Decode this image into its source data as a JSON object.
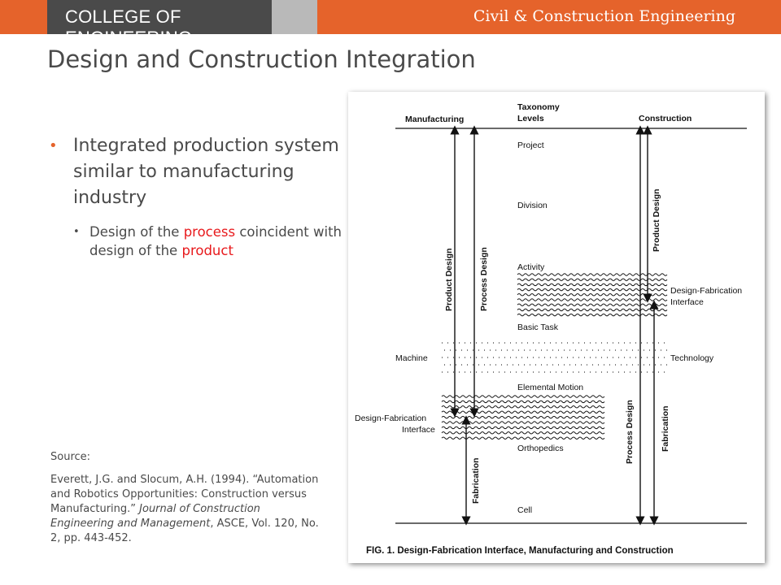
{
  "header": {
    "college": "COLLEGE OF ENGINEERING",
    "department": "Civil & Construction Engineering",
    "accent_color": "#e5632b",
    "dark_color": "#4a4a4a"
  },
  "slide": {
    "title": "Design and Construction Integration",
    "bullet1": "Integrated production system similar to manufacturing industry",
    "bullet2": {
      "part1": "Design of the ",
      "process": "process",
      "part2": " coincident with design of the ",
      "product": "product"
    },
    "highlight_color": "#e8191c"
  },
  "source": {
    "label": "Source:",
    "citation": "Everett, J.G. and Slocum, A.H. (1994). “Automation and Robotics Opportunities: Construction versus Manufacturing.”",
    "journal": "Journal of Construction Engineering and Management",
    "details": ", ASCE, Vol. 120, No. 2, pp. 443-452."
  },
  "figure": {
    "header_left": "Manufacturing",
    "header_mid_1": "Taxonomy",
    "header_mid_2": "Levels",
    "header_right": "Construction",
    "levels": {
      "project": "Project",
      "division": "Division",
      "activity": "Activity",
      "basic_task": "Basic Task",
      "elemental_motion": "Elemental Motion",
      "orthopedics": "Orthopedics",
      "cell": "Cell"
    },
    "machine": "Machine",
    "technology": "Technology",
    "dfi_right_1": "Design-Fabrication",
    "dfi_right_2": "Interface",
    "dfi_left_1": "Design-Fabrication",
    "dfi_left_2": "Interface",
    "arrow_labels": {
      "product_design_left": "Product Design",
      "process_design_left": "Process Design",
      "product_design_right": "Product Design",
      "process_design_right": "Process Design",
      "fabrication_left": "Fabrication",
      "fabrication_right": "Fabrication"
    },
    "caption": "FIG. 1.   Design-Fabrication Interface, Manufacturing and Construction"
  }
}
